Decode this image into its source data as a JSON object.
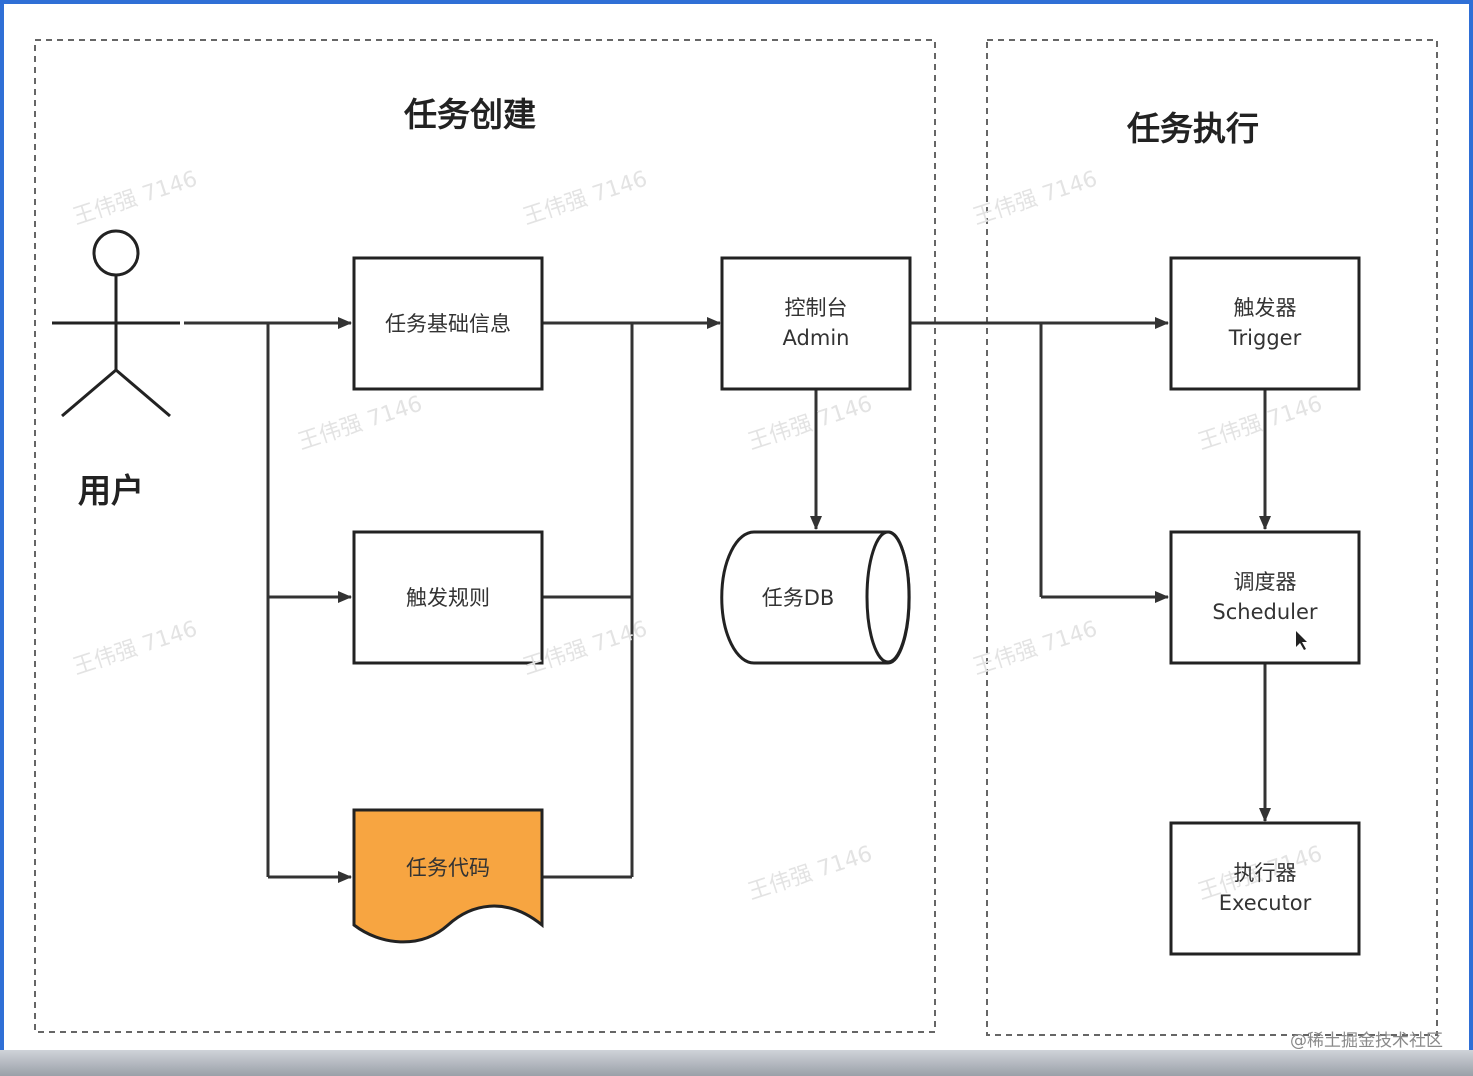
{
  "sections": {
    "create_title": "任务创建",
    "execute_title": "任务执行"
  },
  "actor": {
    "label": "用户"
  },
  "nodes": {
    "task_basic_info": "任务基础信息",
    "trigger_rule": "触发规则",
    "task_code": "任务代码",
    "admin_line1": "控制台",
    "admin_line2": "Admin",
    "task_db": "任务DB",
    "trigger_line1": "触发器",
    "trigger_line2": "Trigger",
    "scheduler_line1": "调度器",
    "scheduler_line2": "Scheduler",
    "executor_line1": "执行器",
    "executor_line2": "Executor"
  },
  "watermark": {
    "text": "王伟强 7146",
    "corner": "@稀土掘金技术社区"
  },
  "colors": {
    "task_code_fill": "#f7a541",
    "frame": "#2f6fd6",
    "line": "#333333"
  }
}
